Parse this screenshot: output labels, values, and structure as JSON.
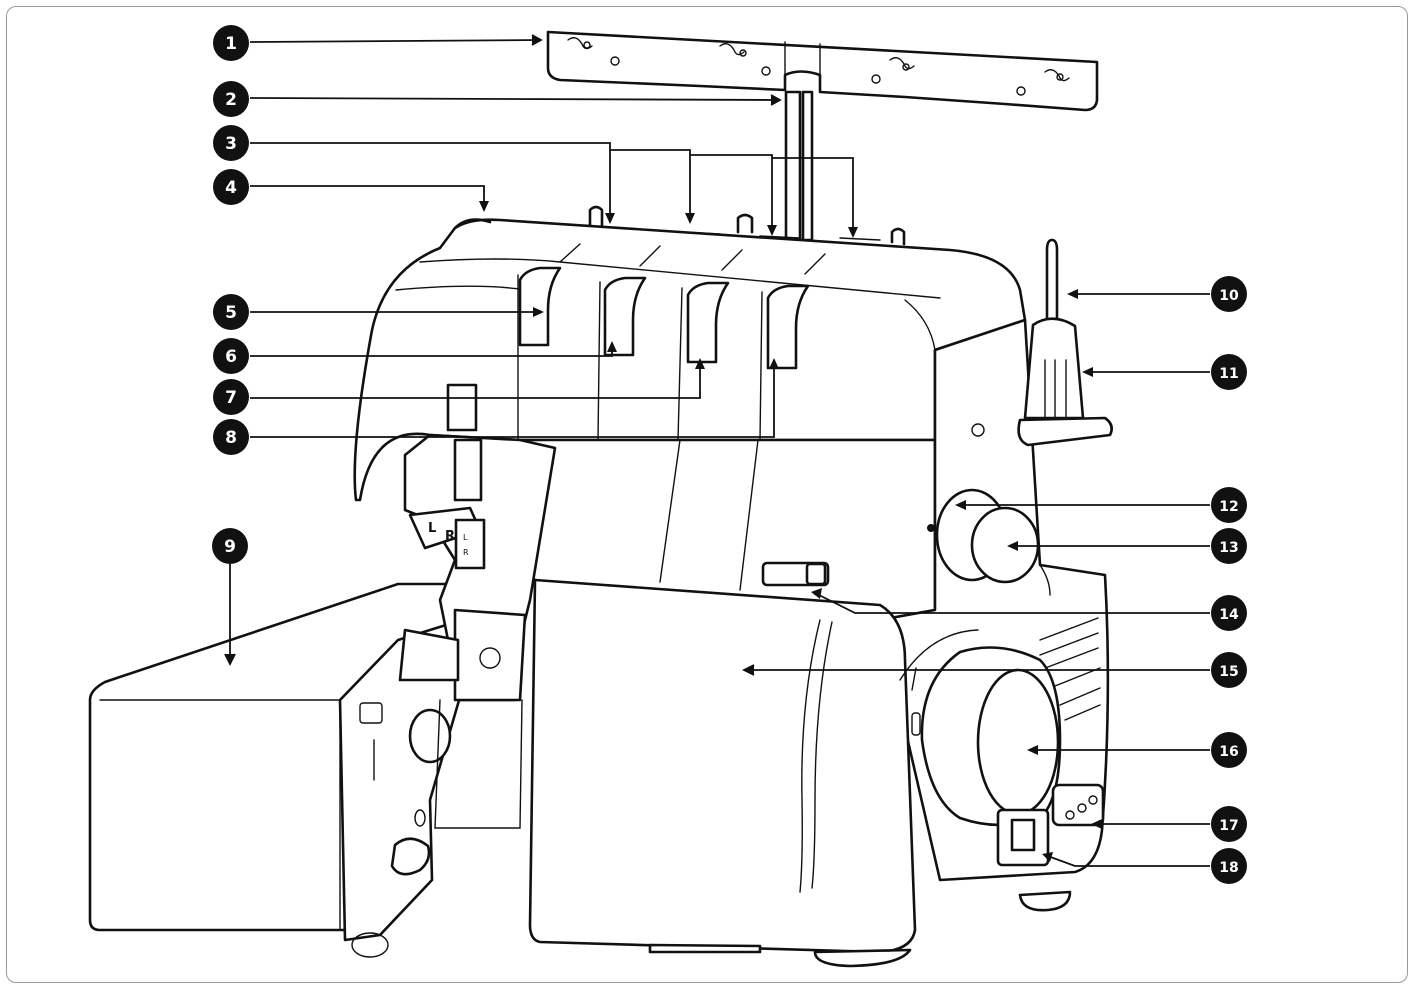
{
  "diagram": {
    "callouts": [
      "1",
      "2",
      "3",
      "4",
      "5",
      "6",
      "7",
      "8",
      "9",
      "10",
      "11",
      "12",
      "13",
      "14",
      "15",
      "16",
      "17",
      "18"
    ],
    "presser_foot_marks": [
      "L",
      "R",
      "L",
      "R"
    ]
  },
  "colors": {
    "line": "#111111",
    "badge": "#111111",
    "badge_text": "#ffffff",
    "frame": "#9a9a9a"
  }
}
